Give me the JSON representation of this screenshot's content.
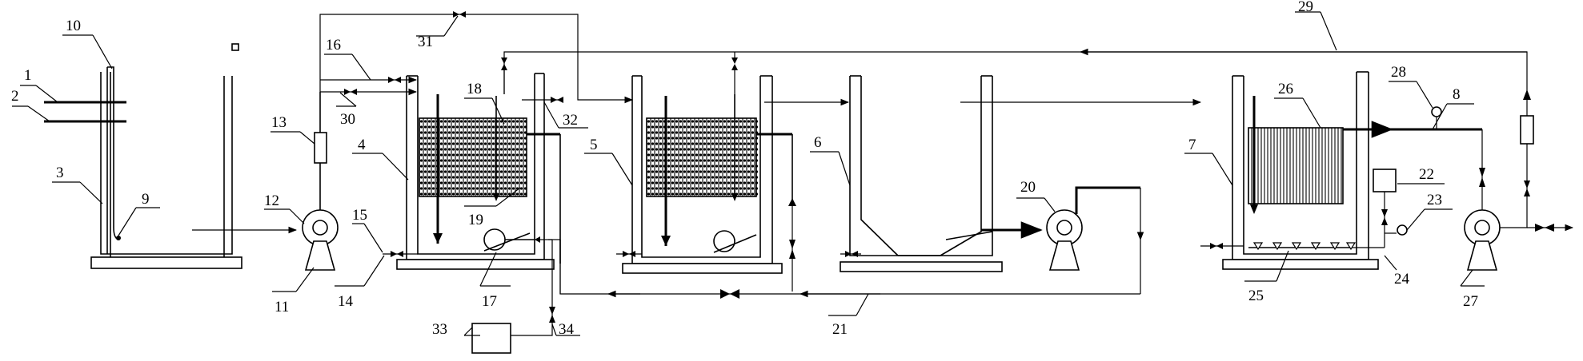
{
  "figure": {
    "labels": [
      "1",
      "2",
      "3",
      "4",
      "5",
      "6",
      "7",
      "8",
      "9",
      "10",
      "11",
      "12",
      "13",
      "14",
      "15",
      "16",
      "17",
      "18",
      "19",
      "20",
      "21",
      "22",
      "23",
      "24",
      "25",
      "26",
      "27",
      "28",
      "29",
      "30",
      "31",
      "32",
      "33",
      "34"
    ]
  }
}
